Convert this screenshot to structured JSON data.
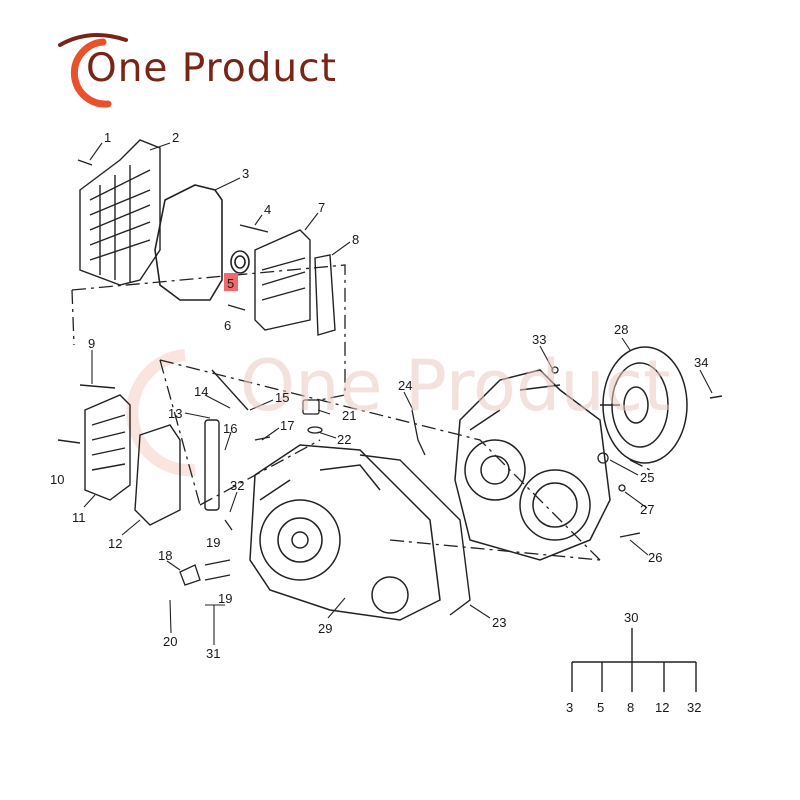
{
  "brand": {
    "name": "One Product",
    "color": "#7a2418",
    "accent": "#e8512a"
  },
  "callouts": [
    "1",
    "2",
    "3",
    "4",
    "5",
    "6",
    "7",
    "8",
    "9",
    "10",
    "11",
    "12",
    "13",
    "14",
    "15",
    "16",
    "17",
    "18",
    "19",
    "19",
    "20",
    "21",
    "22",
    "23",
    "24",
    "25",
    "26",
    "27",
    "28",
    "29",
    "30",
    "31",
    "32",
    "33",
    "34"
  ],
  "highlight": {
    "label": "5",
    "color": "#ef6b6b"
  },
  "legend": {
    "parent": "30",
    "children": [
      "3",
      "5",
      "8",
      "12",
      "32"
    ]
  }
}
